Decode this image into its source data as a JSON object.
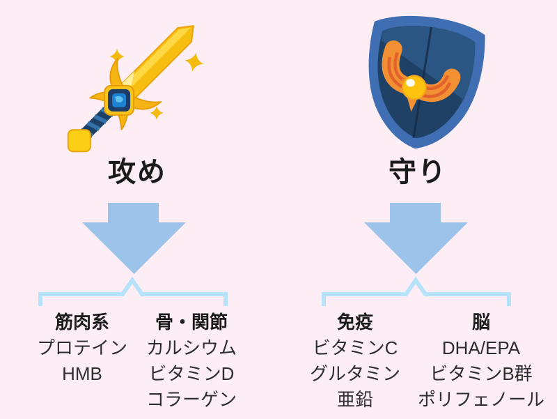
{
  "canvas": {
    "background": "#fdeef6"
  },
  "palette": {
    "background": "#fdeef6",
    "arrow": "#9cc3ea",
    "bracket": "#b6e3fa",
    "title_text": "#1b1b1b",
    "body_text": "#2e2e2e",
    "sword_gold": "#f6bf12",
    "sword_handle_navy": "#1d4066",
    "shield_blue": "#3f6fb2",
    "shield_navy": "#1f4166",
    "emblem_orange": "#f29033",
    "emblem_gold": "#ffc30f"
  },
  "offense": {
    "title": "攻め",
    "icon": "sword-icon",
    "groups": [
      {
        "header": "筋肉系",
        "items": [
          "プロテイン",
          "HMB"
        ]
      },
      {
        "header": "骨・関節",
        "items": [
          "カルシウム",
          "ビタミンD",
          "コラーゲン"
        ]
      }
    ]
  },
  "defense": {
    "title": "守り",
    "icon": "shield-icon",
    "groups": [
      {
        "header": "免疫",
        "items": [
          "ビタミンC",
          "グルタミン",
          "亜鉛"
        ]
      },
      {
        "header": "脳",
        "items": [
          "DHA/EPA",
          "ビタミンB群",
          "ポリフェノール"
        ]
      }
    ]
  }
}
